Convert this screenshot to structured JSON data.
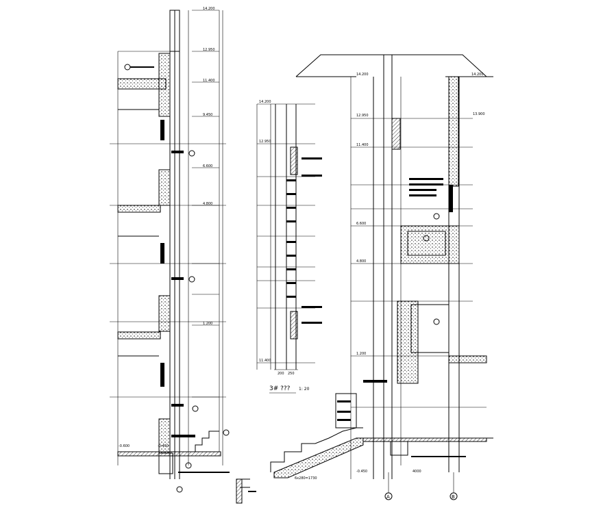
{
  "detail_title": "3# ???",
  "detail_scale": "1: 20",
  "grid_left": "A",
  "grid_right": "B"
}
